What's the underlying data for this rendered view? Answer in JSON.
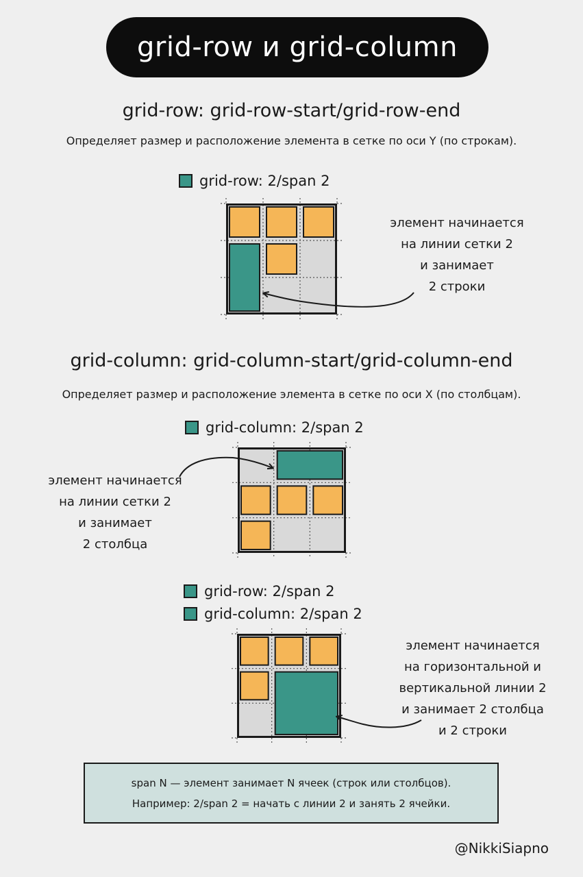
{
  "title": "grid-row и grid-column",
  "section_row": {
    "heading": "grid-row: grid-row-start/grid-row-end",
    "description": "Определяет размер и расположение элемента в сетке по оси Y (по строкам).",
    "legend": "grid-row: 2/span 2",
    "note_lines": [
      "элемент начинается",
      "на линии сетки 2",
      "и занимает",
      "2 строки"
    ]
  },
  "section_column": {
    "heading": "grid-column: grid-column-start/grid-column-end",
    "description": "Определяет размер и расположение элемента в сетке по оси X (по столбцам).",
    "legend": "grid-column: 2/span 2",
    "note_lines": [
      "элемент начинается",
      "на линии сетки 2",
      "и занимает",
      "2 столбца"
    ]
  },
  "section_both": {
    "legend_row": "grid-row: 2/span 2",
    "legend_column": "grid-column: 2/span 2",
    "note_lines": [
      "элемент начинается",
      "на горизонтальной и",
      "вертикальной линии 2",
      "и занимает 2 столбца",
      "и 2 строки"
    ]
  },
  "info": {
    "line1": "span N — элемент занимает N ячеек (строк или столбцов).",
    "line2": "Например: 2/span 2 = начать с линии 2 и занять 2 ячейки."
  },
  "signature": "@NikkiSiapno",
  "colors": {
    "highlight": "#3a9688",
    "item": "#f5b657",
    "grid_bg": "#d9d9d9",
    "info_bg": "#cfe0de",
    "title_bg": "#0d0d0d"
  },
  "grids": {
    "row": {
      "columns": 3,
      "rows": 3,
      "items": [
        {
          "type": "item",
          "row": 1,
          "col": 1
        },
        {
          "type": "item",
          "row": 1,
          "col": 2
        },
        {
          "type": "item",
          "row": 1,
          "col": 3
        },
        {
          "type": "highlight",
          "row": 2,
          "col": 1,
          "row_span": 2,
          "col_span": 1
        },
        {
          "type": "item",
          "row": 2,
          "col": 2
        }
      ]
    },
    "column": {
      "columns": 3,
      "rows": 3,
      "items": [
        {
          "type": "highlight",
          "row": 1,
          "col": 2,
          "row_span": 1,
          "col_span": 2
        },
        {
          "type": "item",
          "row": 2,
          "col": 1
        },
        {
          "type": "item",
          "row": 2,
          "col": 2
        },
        {
          "type": "item",
          "row": 2,
          "col": 3
        },
        {
          "type": "item",
          "row": 3,
          "col": 1
        }
      ]
    },
    "both": {
      "columns": 3,
      "rows": 3,
      "items": [
        {
          "type": "item",
          "row": 1,
          "col": 1
        },
        {
          "type": "item",
          "row": 1,
          "col": 2
        },
        {
          "type": "item",
          "row": 1,
          "col": 3
        },
        {
          "type": "item",
          "row": 2,
          "col": 1
        },
        {
          "type": "highlight",
          "row": 2,
          "col": 2,
          "row_span": 2,
          "col_span": 2
        }
      ]
    }
  }
}
